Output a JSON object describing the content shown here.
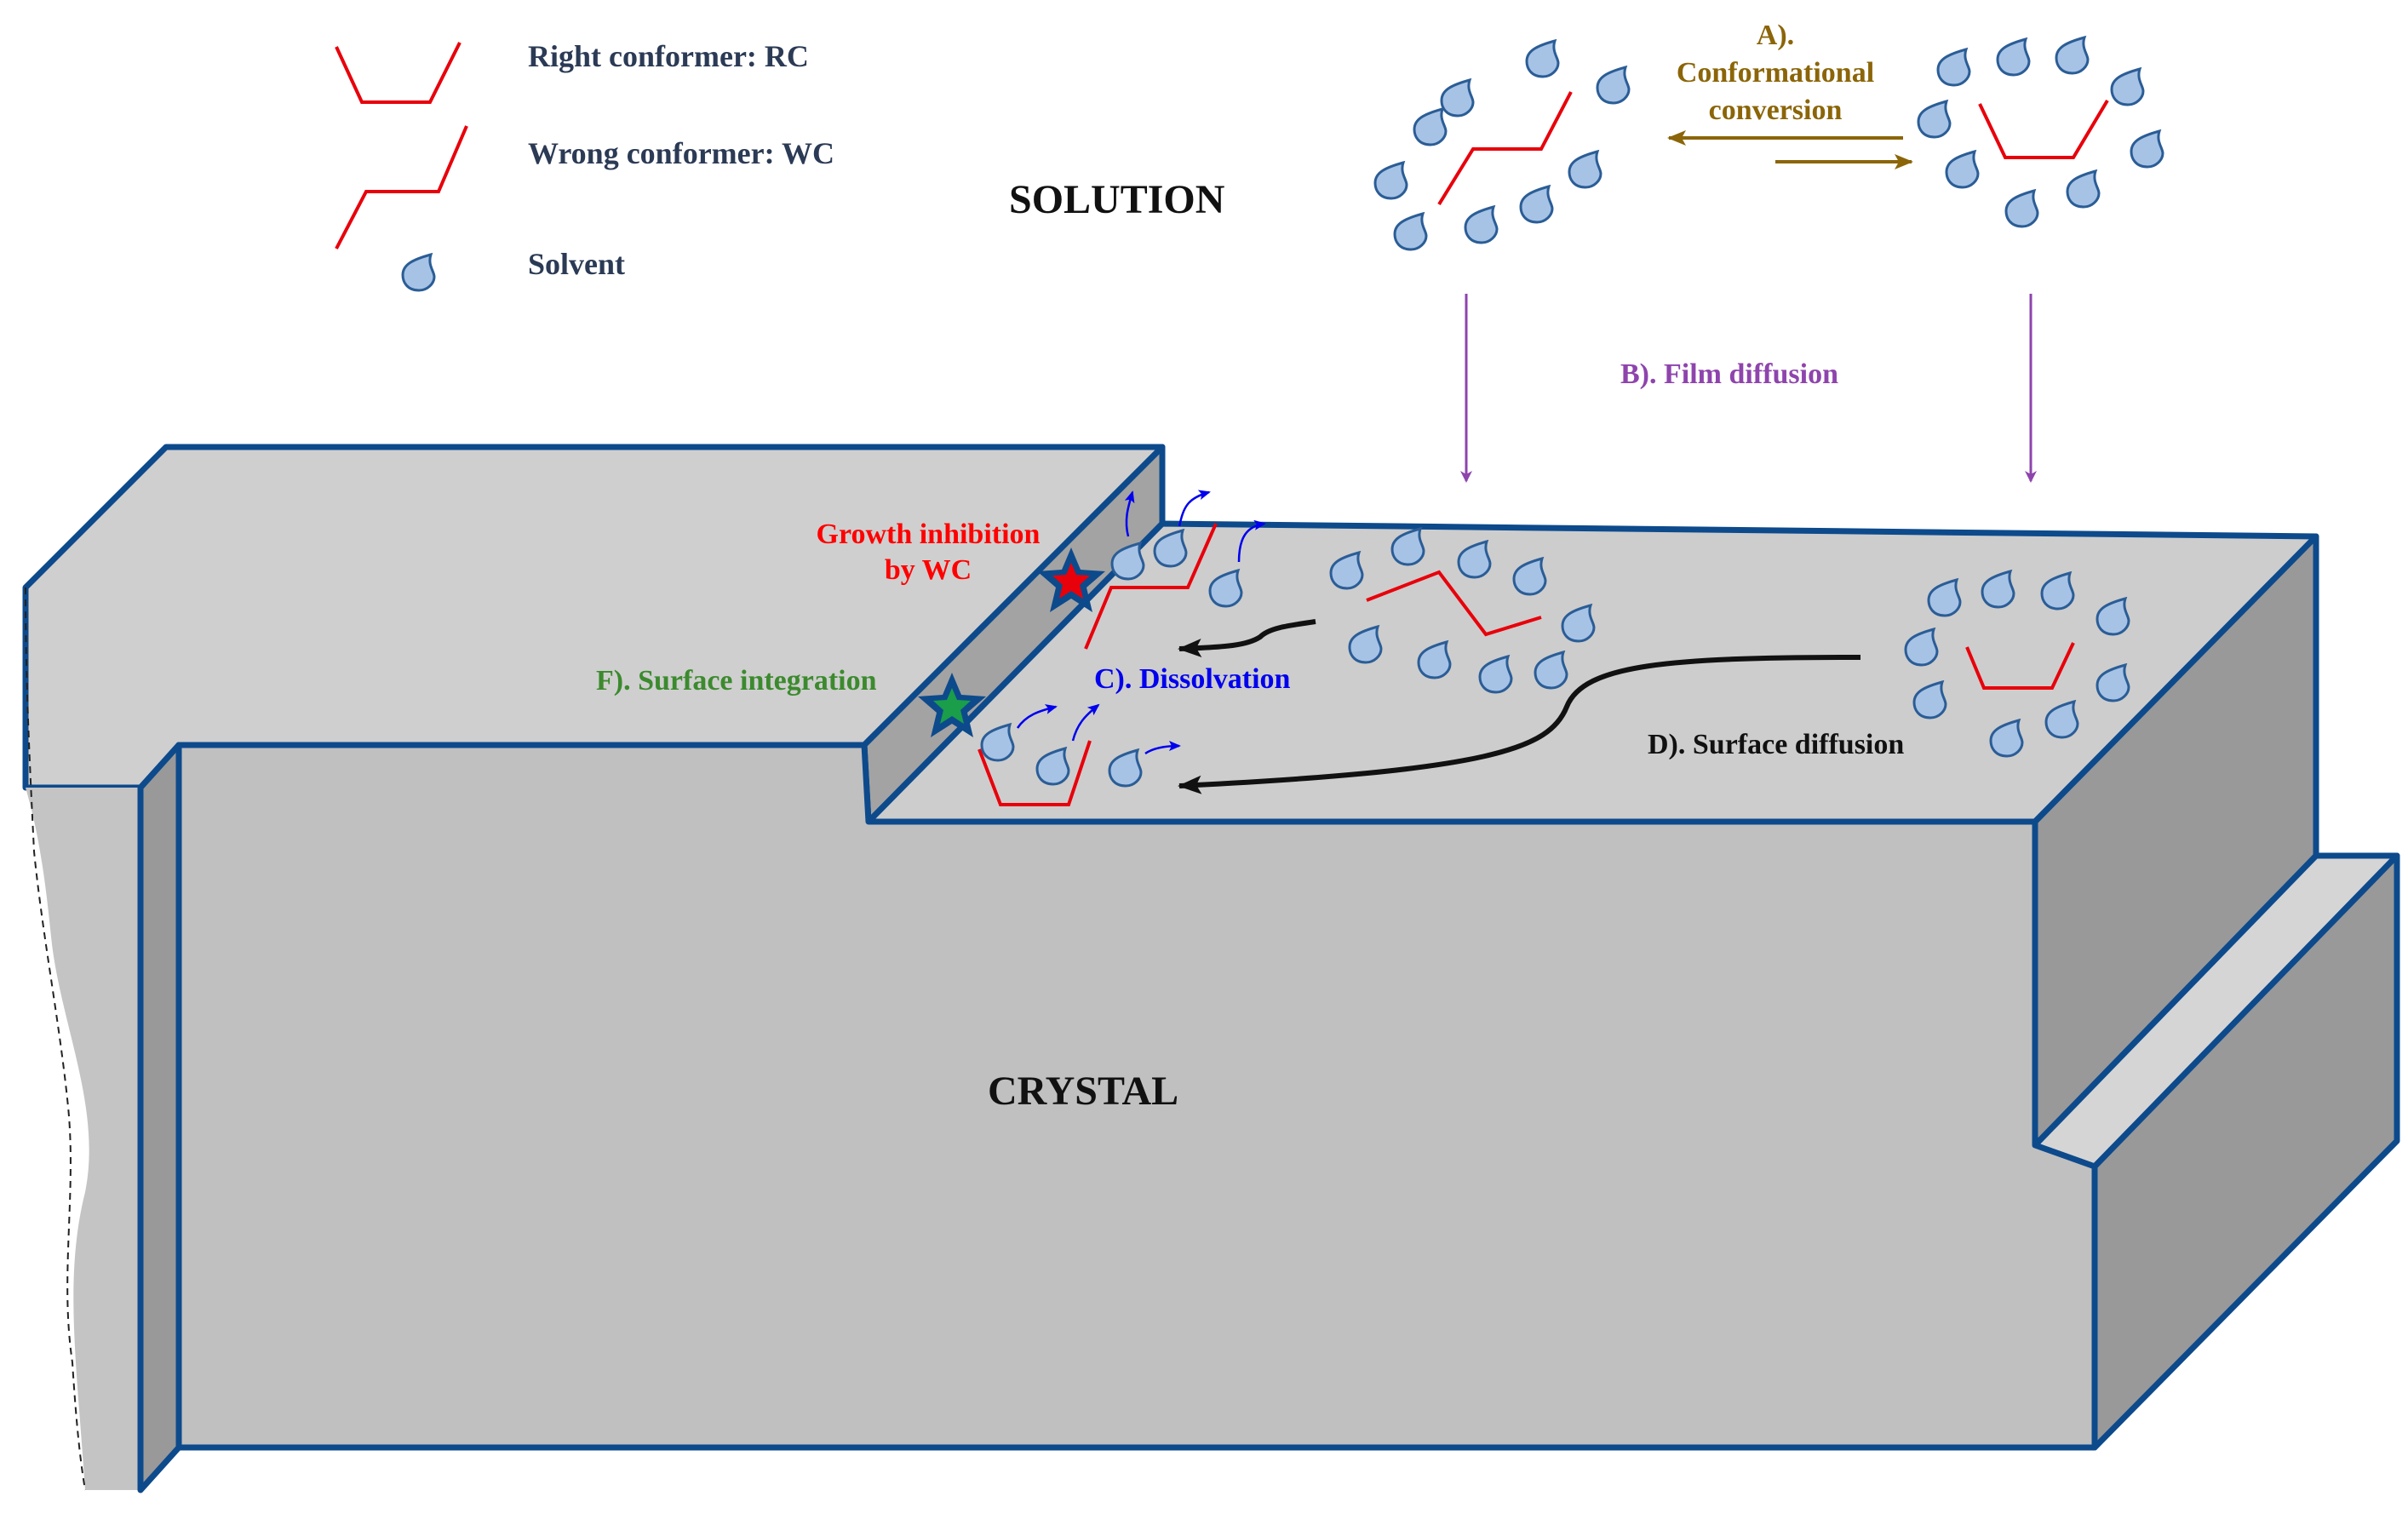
{
  "legend": {
    "rc_label": "Right conformer: RC",
    "wc_label": "Wrong conformer: WC",
    "solvent_label": "Solvent"
  },
  "labels": {
    "solution": "SOLUTION",
    "crystal": "CRYSTAL",
    "step_a_line1": "A).",
    "step_a_line2": "Conformational",
    "step_a_line3": "conversion",
    "step_b": "B). Film diffusion",
    "step_c": "C). Dissolvation",
    "step_d": "D). Surface diffusion",
    "step_f": "F). Surface integration",
    "inhibition_line1": "Growth inhibition",
    "inhibition_line2": "by WC"
  },
  "colors": {
    "conformer": "#e8000b",
    "solvent_fill": "#a6c3e6",
    "solvent_stroke": "#2b5d96",
    "crystal_edge": "#0d4a8c",
    "crystal_top": "#cfcfcf",
    "crystal_front": "#c0c0c0",
    "crystal_side": "#999999",
    "step_a": "#8b6508",
    "step_b": "#8e44ad",
    "step_c": "#0000ee",
    "step_d": "#111111",
    "step_f": "#3c8a2e",
    "inhibition": "#ff0000",
    "star_inhibition": "#e8000b",
    "star_integration": "#1a9e4a"
  },
  "icons": {
    "inhibition_marker": "red-star-icon",
    "integration_marker": "green-star-icon"
  }
}
